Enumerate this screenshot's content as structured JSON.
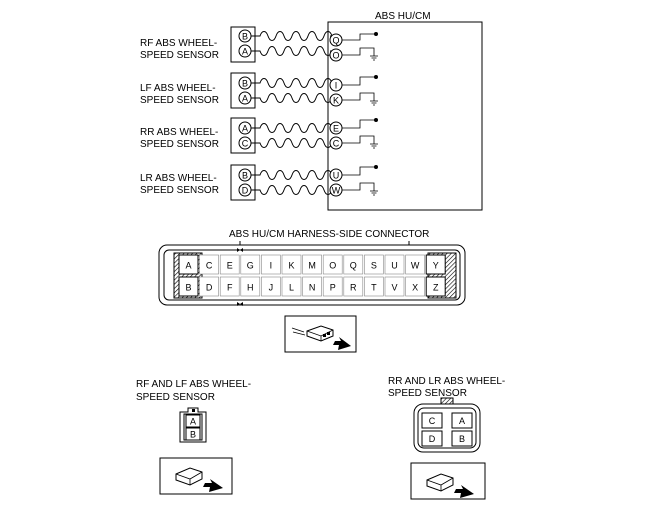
{
  "module": {
    "title": "ABS HU/CM"
  },
  "sensors": [
    {
      "label_lines": [
        "RF ABS WHEEL-",
        "SPEED SENSOR"
      ],
      "sensor_pins": [
        "B",
        "A"
      ],
      "module_pins": [
        "Q",
        "O"
      ]
    },
    {
      "label_lines": [
        "LF ABS WHEEL-",
        "SPEED SENSOR"
      ],
      "sensor_pins": [
        "B",
        "A"
      ],
      "module_pins": [
        "I",
        "K"
      ]
    },
    {
      "label_lines": [
        "RR ABS WHEEL-",
        "SPEED SENSOR"
      ],
      "sensor_pins": [
        "A",
        "C"
      ],
      "module_pins": [
        "E",
        "C"
      ]
    },
    {
      "label_lines": [
        "LR ABS WHEEL-",
        "SPEED SENSOR"
      ],
      "sensor_pins": [
        "B",
        "D"
      ],
      "module_pins": [
        "U",
        "W"
      ]
    }
  ],
  "harness_connector": {
    "title": "ABS HU/CM HARNESS-SIDE CONNECTOR",
    "top_row": [
      "A",
      "C",
      "E",
      "G",
      "I",
      "K",
      "M",
      "O",
      "Q",
      "S",
      "U",
      "W",
      "Y"
    ],
    "bottom_row": [
      "B",
      "D",
      "F",
      "H",
      "J",
      "L",
      "N",
      "P",
      "R",
      "T",
      "V",
      "X",
      "Z"
    ]
  },
  "front_connector": {
    "title_lines": [
      "RF AND LF ABS WHEEL-",
      "SPEED SENSOR"
    ],
    "pins": [
      "A",
      "B"
    ]
  },
  "rear_connector": {
    "title_lines": [
      "RR AND LR ABS WHEEL-",
      "SPEED SENSOR"
    ],
    "pins": [
      "C",
      "A",
      "D",
      "B"
    ]
  }
}
